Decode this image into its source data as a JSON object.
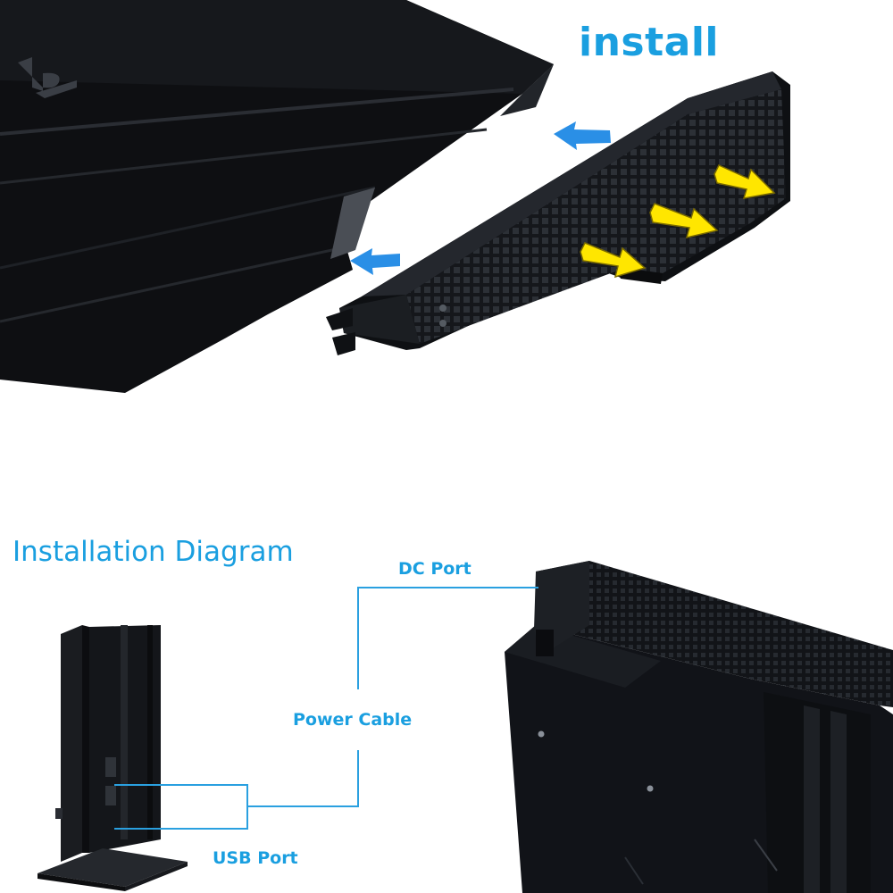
{
  "headings": {
    "install": "install",
    "diagram": "Installation Diagram"
  },
  "labels": {
    "dc_port": "DC Port",
    "power_cable": "Power Cable",
    "usb_port": "USB Port"
  },
  "colors": {
    "text_accent": "#1a9fe0",
    "arrow_blue": "#2a8fe6",
    "arrow_yellow": "#ffe600",
    "console_body": "#111318",
    "leader_line": "#2aa0e0"
  },
  "icons": {
    "console_logo": "playstation-logo",
    "direction_arrows": "arrow-icon",
    "airflow_arrows": "airflow-arrow-icon"
  }
}
